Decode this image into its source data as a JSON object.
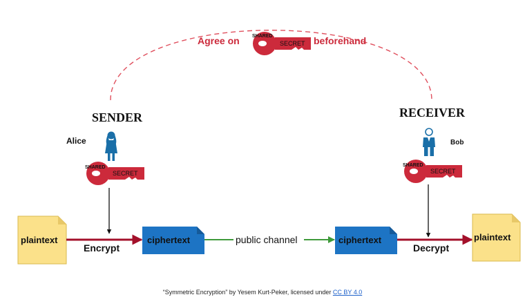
{
  "top_label": {
    "before": "Agree on",
    "after": "beforehand"
  },
  "key_text": {
    "shared": "SHARED",
    "secret": "SECRET"
  },
  "sender": {
    "title": "SENDER",
    "name": "Alice"
  },
  "receiver": {
    "title": "RECEIVER",
    "name": "Bob"
  },
  "flow": {
    "plaintext_left": "plaintext",
    "encrypt": "Encrypt",
    "ciphertext_left": "ciphertext",
    "channel": "public channel",
    "ciphertext_right": "ciphertext",
    "decrypt": "Decrypt",
    "plaintext_right": "plaintext"
  },
  "caption": {
    "text": "“Symmetric Encryption” by Yesem Kurt-Peker, licensed under",
    "link": "CC BY 4.0"
  },
  "colors": {
    "key_red": "#cc2a3b",
    "arrow_red": "#a3102a",
    "arrow_green": "#3e9a3a",
    "doc_yellow": "#fbe18a",
    "doc_blue": "#1d74c4",
    "person_blue": "#1a6fa8",
    "dash_red": "#e0505e"
  }
}
